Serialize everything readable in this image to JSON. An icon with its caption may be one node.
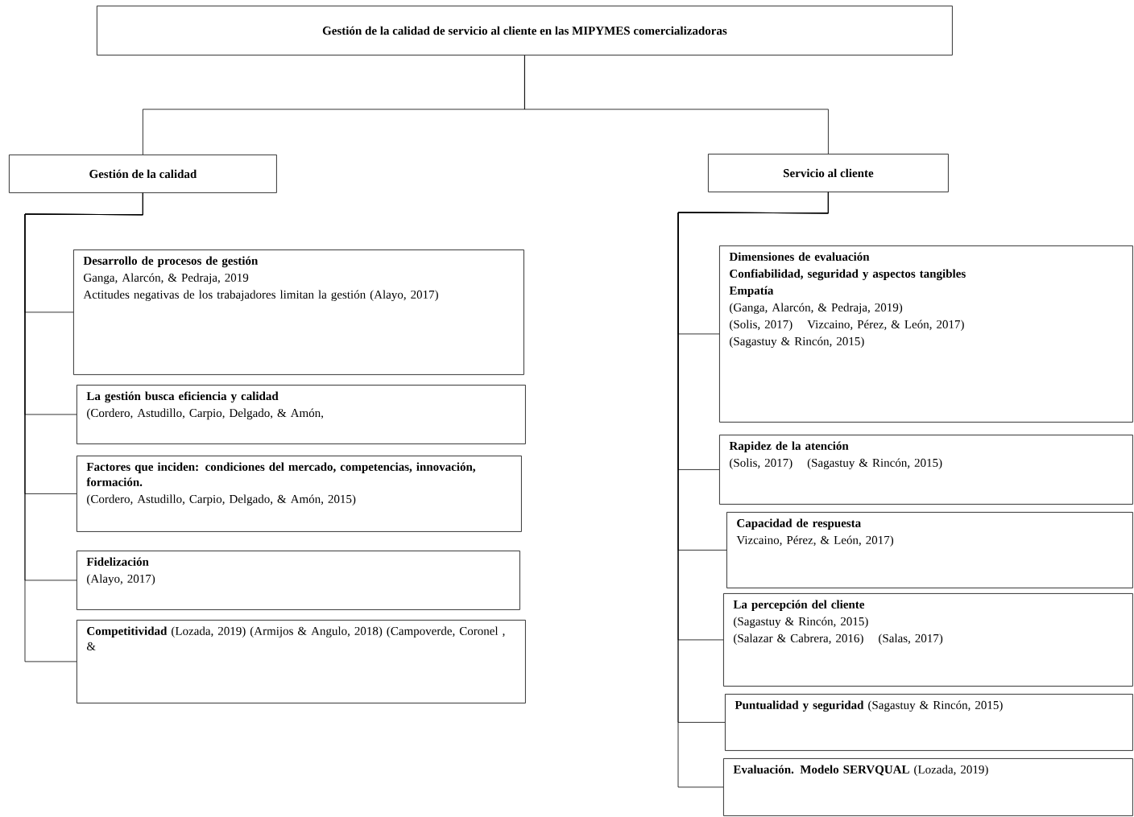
{
  "diagram": {
    "nodes": [
      {
        "text": [
          "Gestión de la calidad de servicio al cliente en las MIPYMES comercializadoras"
        ]
      },
      {
        "text": [
          "Gestión de la calidad"
        ]
      },
      {
        "text": [
          "Servicio al cliente"
        ]
      },
      {
        "text": [
          "Desarrollo de procesos de gestión",
          "Ganga, Alarcón, & Pedraja, 2019",
          "Actitudes negativas de los trabajadores limitan la gestión (Alayo, 2017)"
        ]
      },
      {
        "text": [
          "La gestión busca eficiencia y calidad",
          "(Cordero, Astudillo, Carpio, Delgado, & Amón,"
        ]
      },
      {
        "text": [
          "Factores que inciden: condiciones del mercado, competencias, innovación, formación.",
          "(Cordero, Astudillo, Carpio, Delgado, & Amón, 2015)"
        ]
      },
      {
        "text": [
          "Fidelización",
          "(Alayo, 2017)"
        ]
      },
      {
        "text": [
          "**Competitividad** (Lozada, 2019) (Armijos & Angulo, 2018) (Campoverde, Coronel , &"
        ]
      },
      {
        "text": [
          "Dimensiones de evaluación",
          "Confiabilidad, seguridad y aspectos tangibles",
          "Empatía",
          "(Ganga, Alarcón, & Pedraja, 2019)",
          "(Solis, 2017)",
          "Vizcaino, Pérez, & León, 2017)",
          "(Sagastuy & Rincón, 2015)"
        ]
      },
      {
        "text": [
          "Rapidez de la atención",
          "(Solis, 2017)",
          "(Sagastuy & Rincón, 2015)"
        ]
      },
      {
        "text": [
          "Capacidad de respuesta",
          "Vizcaino, Pérez, & León, 2017)"
        ]
      },
      {
        "text": [
          "La percepción del cliente",
          "(Sagastuy & Rincón, 2015)",
          "(Salazar & Cabrera, 2016)",
          "(Salas, 2017)"
        ]
      },
      {
        "text": [
          "**Puntualidad y seguridad** (Sagastuy & Rincón, 2015)"
        ]
      },
      {
        "text": [
          "**Evaluación. Modelo SERVQUAL** (Lozada, 2019)"
        ]
      }
    ],
    "edges": [
      {
        "from": 0,
        "to": 1,
        "arrow": "none"
      },
      {
        "from": 0,
        "to": 2,
        "arrow": "none"
      },
      {
        "from": 1,
        "to": 3,
        "arrow": "none"
      },
      {
        "from": 1,
        "to": 4,
        "arrow": "none"
      },
      {
        "from": 1,
        "to": 5,
        "arrow": "none"
      },
      {
        "from": 1,
        "to": 6,
        "arrow": "none"
      },
      {
        "from": 1,
        "to": 7,
        "arrow": "none"
      },
      {
        "from": 2,
        "to": 8,
        "arrow": "none"
      },
      {
        "from": 2,
        "to": 9,
        "arrow": "none"
      },
      {
        "from": 2,
        "to": 10,
        "arrow": "none"
      },
      {
        "from": 2,
        "to": 11,
        "arrow": "none"
      },
      {
        "from": 2,
        "to": 12,
        "arrow": "none"
      },
      {
        "from": 2,
        "to": 13,
        "arrow": "none"
      }
    ]
  }
}
